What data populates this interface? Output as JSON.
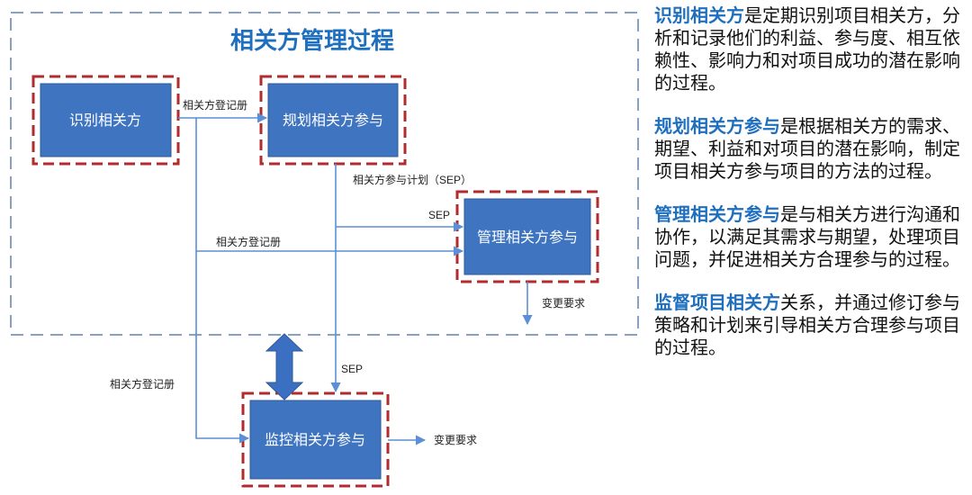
{
  "diagram": {
    "title": "相关方管理过程",
    "processes": {
      "identify": "识别相关方",
      "plan": "规划相关方参与",
      "manage": "管理相关方参与",
      "monitor": "监控相关方参与"
    },
    "labels": {
      "register_to_plan": "相关方登记册",
      "sep_full": "相关方参与计划（SEP）",
      "sep_to_manage": "SEP",
      "register_to_manage": "相关方登记册",
      "change_request_manage": "变更要求",
      "sep_to_monitor": "SEP",
      "register_to_monitor": "相关方登记册",
      "change_request_monitor": "变更要求"
    },
    "colors": {
      "process_fill": "#3f74c0",
      "dashed_highlight": "#b22b2f",
      "group_border": "#8aa0c0",
      "arrow": "#5b8fd6",
      "title": "#1f6fbf"
    }
  },
  "descriptions": [
    {
      "term": "识别相关方",
      "text": "是定期识别项目相关方，分析和记录他们的利益、参与度、相互依赖性、影响力和对项目成功的潜在影响的过程。"
    },
    {
      "term": "规划相关方参与",
      "text": "是根据相关方的需求、期望、利益和对项目的潜在影响，制定项目相关方参与项目的方法的过程。"
    },
    {
      "term": "管理相关方参与",
      "text": "是与相关方进行沟通和协作，以满足其需求与期望，处理项目问题，并促进相关方合理参与的过程。"
    },
    {
      "term": "监督项目相关方",
      "text": "关系，并通过修订参与策略和计划来引导相关方合理参与项目的过程。"
    }
  ]
}
